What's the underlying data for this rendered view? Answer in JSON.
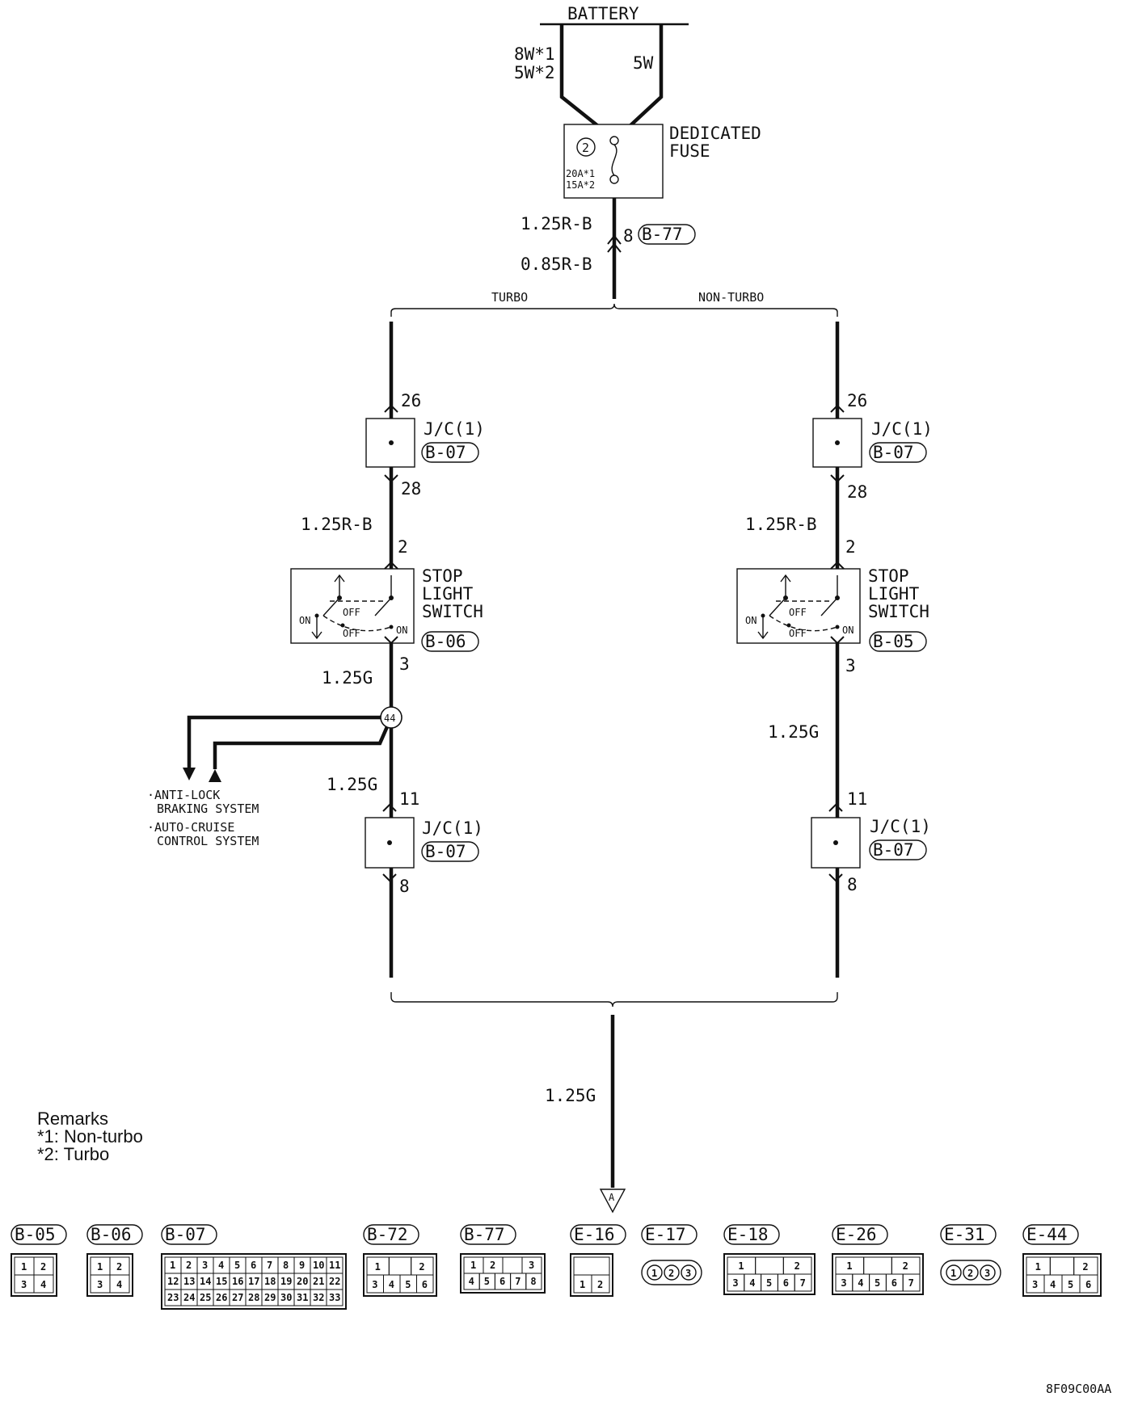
{
  "battery": "BATTERY",
  "battery_left_labels": [
    "8W*1",
    "5W*2"
  ],
  "battery_right_label": "5W",
  "fuse": {
    "number": "2",
    "title_lines": [
      "DEDICATED",
      "FUSE"
    ],
    "ratings": [
      "20A*1",
      "15A*2"
    ]
  },
  "main_wire_upper": "1.25R-B",
  "main_pin": "8",
  "main_connector": "B-77",
  "main_wire_lower": "0.85R-B",
  "branch_turbo": "TURBO",
  "branch_nonturbo": "NON-TURBO",
  "turbo": {
    "jc1": {
      "pin_in": "26",
      "pin_out": "28",
      "label": "J/C(1)",
      "connector": "B-07"
    },
    "wire1": "1.25R-B",
    "switch": {
      "pin_in": "2",
      "pin_out": "3",
      "title_lines": [
        "STOP",
        "LIGHT",
        "SWITCH"
      ],
      "connector": "B-06",
      "states": [
        "ON",
        "OFF",
        "OFF",
        "ON"
      ]
    },
    "wire2": "1.25G",
    "splice": "44",
    "ext_systems": [
      "·ANTI-LOCK",
      "BRAKING SYSTEM",
      "·AUTO-CRUISE",
      "CONTROL SYSTEM"
    ],
    "wire3": "1.25G",
    "jc2": {
      "pin_in": "11",
      "pin_out": "8",
      "label": "J/C(1)",
      "connector": "B-07"
    }
  },
  "nonturbo": {
    "jc1": {
      "pin_in": "26",
      "pin_out": "28",
      "label": "J/C(1)",
      "connector": "B-07"
    },
    "wire1": "1.25R-B",
    "switch": {
      "pin_in": "2",
      "pin_out": "3",
      "title_lines": [
        "STOP",
        "LIGHT",
        "SWITCH"
      ],
      "connector": "B-05",
      "states": [
        "ON",
        "OFF",
        "OFF",
        "ON"
      ]
    },
    "wire2": "1.25G",
    "jc2": {
      "pin_in": "11",
      "pin_out": "8",
      "label": "J/C(1)",
      "connector": "B-07"
    }
  },
  "output_wire": "1.25G",
  "output_terminal": "A",
  "remarks": {
    "title": "Remarks",
    "items": [
      "*1: Non-turbo",
      "*2: Turbo"
    ]
  },
  "connectors": [
    {
      "id": "B-05",
      "rows": [
        [
          "1",
          "2"
        ],
        [
          "3",
          "4"
        ]
      ]
    },
    {
      "id": "B-06",
      "rows": [
        [
          "1",
          "2"
        ],
        [
          "3",
          "4"
        ]
      ]
    },
    {
      "id": "B-07",
      "rows": [
        [
          "1",
          "2",
          "3",
          "4",
          "5",
          "6",
          "7",
          "8",
          "9",
          "10",
          "11"
        ],
        [
          "12",
          "13",
          "14",
          "15",
          "16",
          "17",
          "18",
          "19",
          "20",
          "21",
          "22"
        ],
        [
          "23",
          "24",
          "25",
          "26",
          "27",
          "28",
          "29",
          "30",
          "31",
          "32",
          "33"
        ]
      ]
    },
    {
      "id": "B-72",
      "rows": [
        [
          "1",
          "",
          "2"
        ],
        [
          "3",
          "4",
          "5",
          "6"
        ]
      ]
    },
    {
      "id": "B-77",
      "rows": [
        [
          "1",
          "2",
          "",
          "3"
        ],
        [
          "4",
          "5",
          "6",
          "7",
          "8"
        ]
      ]
    },
    {
      "id": "E-16",
      "rows": [
        [
          ""
        ],
        [
          "1",
          "2"
        ]
      ]
    },
    {
      "id": "E-17",
      "rows": [
        [
          "1",
          "2",
          "3"
        ]
      ]
    },
    {
      "id": "E-18",
      "rows": [
        [
          "1",
          "",
          "2"
        ],
        [
          "3",
          "4",
          "5",
          "6",
          "7"
        ]
      ]
    },
    {
      "id": "E-26",
      "rows": [
        [
          "1",
          "",
          "2"
        ],
        [
          "3",
          "4",
          "5",
          "6",
          "7"
        ]
      ]
    },
    {
      "id": "E-31",
      "rows": [
        [
          "1",
          "2",
          "3"
        ]
      ]
    },
    {
      "id": "E-44",
      "rows": [
        [
          "1",
          "",
          "2"
        ],
        [
          "3",
          "4",
          "5",
          "6"
        ]
      ]
    }
  ],
  "diagram_code": "8F09C00AA"
}
